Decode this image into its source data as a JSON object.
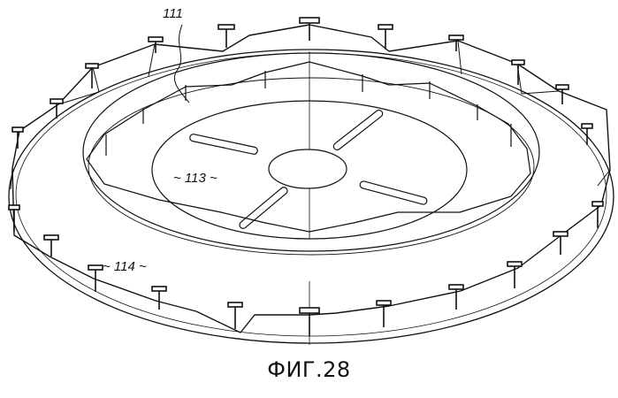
{
  "labels": {
    "ref_111": "111",
    "ref_113": "~ 113 ~",
    "ref_114": "~ 114 ~"
  },
  "caption": "ФИГ.28",
  "colors": {
    "ink": "#111111",
    "background": "#ffffff"
  }
}
